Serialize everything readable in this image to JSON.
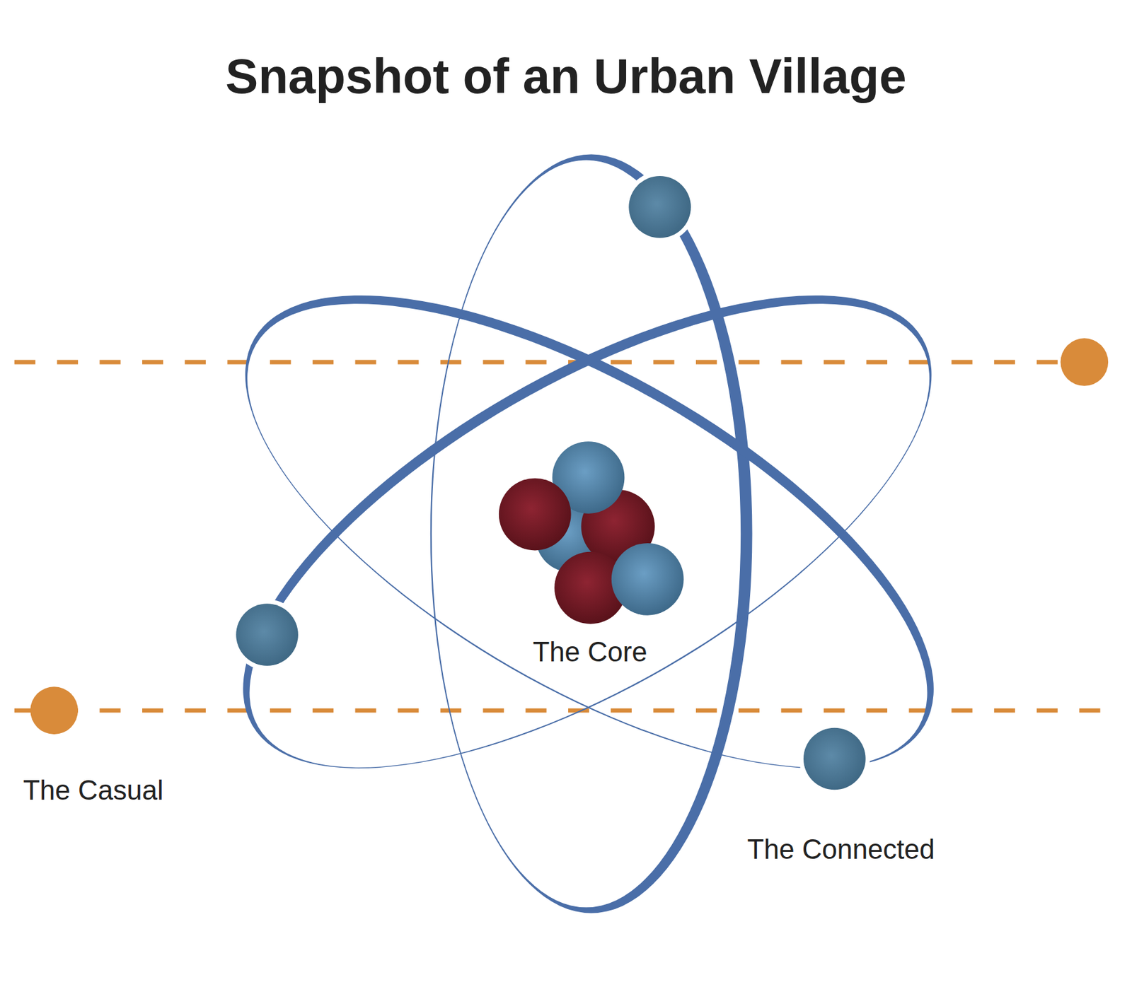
{
  "diagram": {
    "title": "Snapshot of an Urban Village",
    "labels": [
      "The Core",
      "The Casual",
      "The Connected"
    ]
  }
}
